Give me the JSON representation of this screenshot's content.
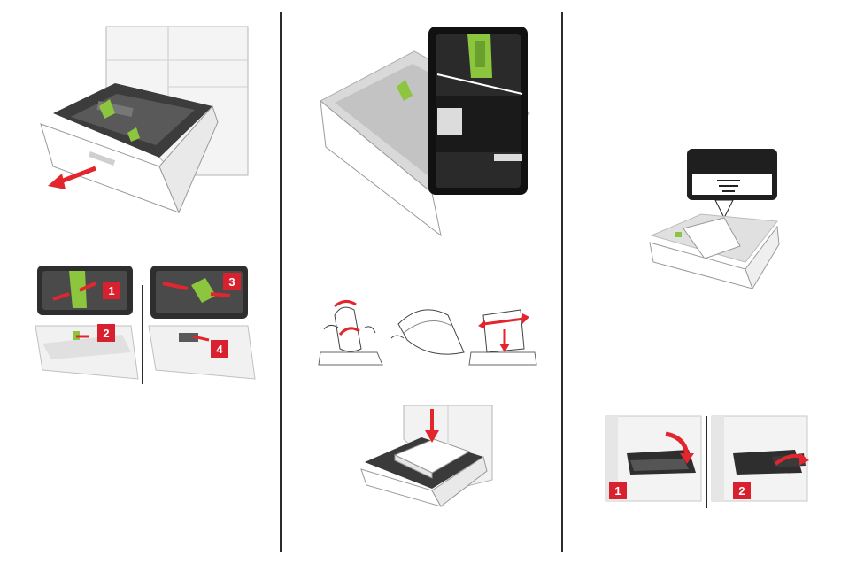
{
  "colors": {
    "callout_red": "#d8202f",
    "guide_green": "#8cc63f",
    "arrow_red": "#e3262e",
    "tray_dark": "#3a3a3a",
    "printer_white": "#f2f2f2",
    "outline_gray": "#9a9a9a"
  },
  "columns": [
    {
      "steps": [
        {
          "illustration": "pull-out-tray"
        },
        {
          "illustration": "adjust-guides",
          "callouts": [
            "1",
            "2",
            "3",
            "4"
          ]
        }
      ]
    },
    {
      "steps": [
        {
          "illustration": "paper-size-indicator-zoom"
        },
        {
          "illustration": "flex-fan-align-paper"
        },
        {
          "illustration": "load-paper-stack"
        }
      ]
    },
    {
      "steps": [
        {
          "illustration": "max-fill-line-zoom"
        },
        {
          "illustration": "close-tray-and-extend-stop",
          "callouts": [
            "1",
            "2"
          ]
        }
      ]
    }
  ]
}
